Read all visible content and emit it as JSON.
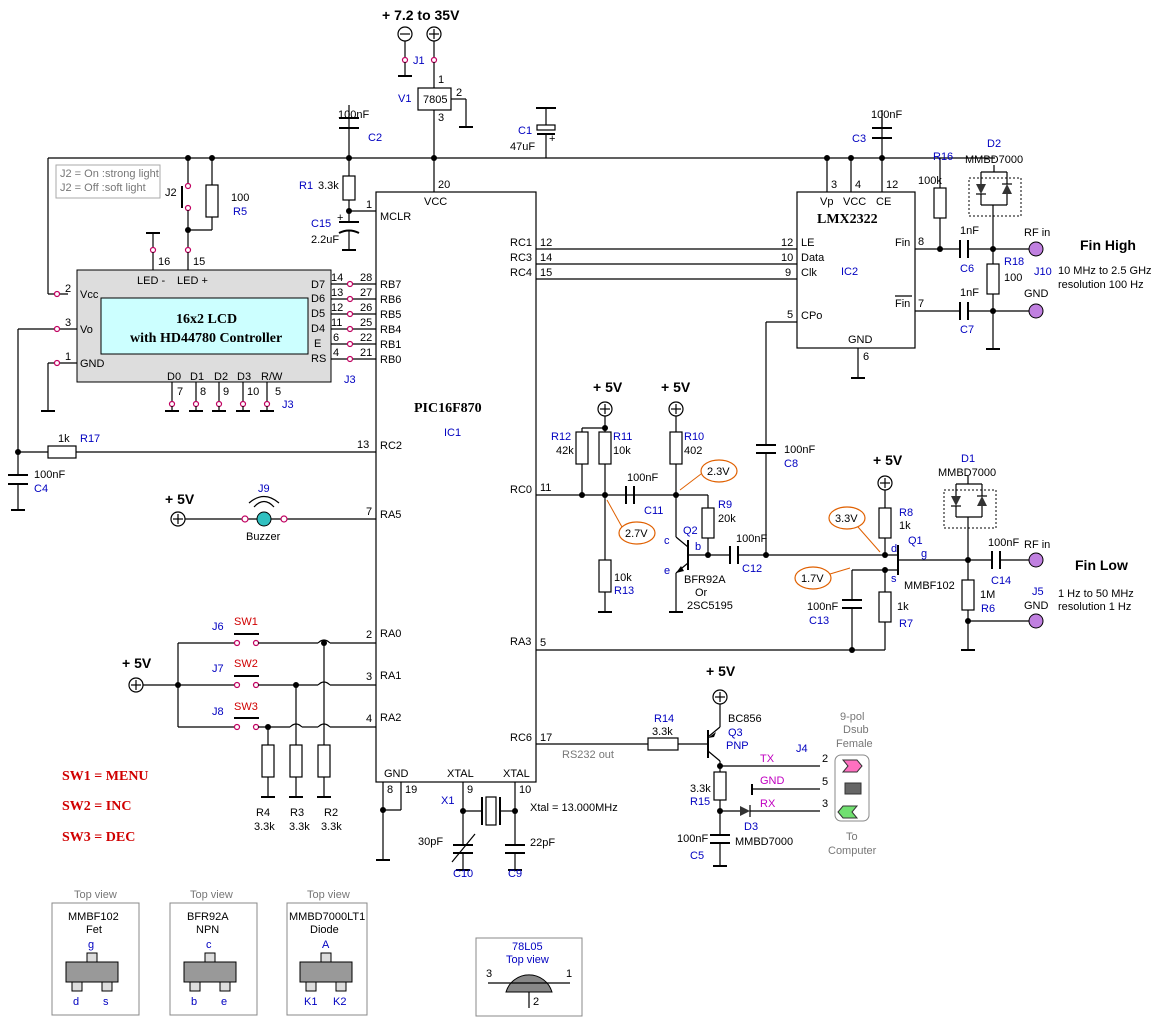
{
  "power": {
    "input": "+ 7.2 to 35V",
    "minus": "−",
    "plus": "+",
    "j1": "J1",
    "v1": "V1",
    "reg": "7805",
    "p1": "1",
    "p2": "2",
    "p3": "3"
  },
  "caps": {
    "c1": "C1",
    "c1v": "47uF",
    "c2": "C2",
    "c2v": "100nF",
    "c3": "C3",
    "c3v": "100nF",
    "c4": "C4",
    "c4v": "100nF",
    "c5": "C5",
    "c5v": "100nF",
    "c6": "C6",
    "c6v": "1nF",
    "c7": "C7",
    "c7v": "1nF",
    "c8": "C8",
    "c8v": "100nF",
    "c9": "C9",
    "c9v": "22pF",
    "c10": "C10",
    "c10v": "30pF",
    "c11": "C11",
    "c11v": "100nF",
    "c12": "C12",
    "c12v": "100nF",
    "c13": "C13",
    "c13v": "100nF",
    "c14": "C14",
    "c14v": "100nF",
    "c15": "C15",
    "c15v": "2.2uF"
  },
  "res": {
    "r1": "R1",
    "r1v": "3.3k",
    "r2": "R2",
    "r2v": "3.3k",
    "r3": "R3",
    "r3v": "3.3k",
    "r4": "R4",
    "r4v": "3.3k",
    "r5": "R5",
    "r5v": "100",
    "r6": "R6",
    "r6v": "1M",
    "r7": "R7",
    "r7v": "1k",
    "r8": "R8",
    "r8v": "1k",
    "r9": "R9",
    "r9v": "20k",
    "r10": "R10",
    "r10v": "402",
    "r11": "R11",
    "r11v": "10k",
    "r12": "R12",
    "r12v": "42k",
    "r13": "R13",
    "r13v": "10k",
    "r14": "R14",
    "r14v": "3.3k",
    "r15": "R15",
    "r15v": "3.3k",
    "r16": "R16",
    "r16v": "100k",
    "r17": "R17",
    "r17v": "1k",
    "r18": "R18",
    "r18v": "100"
  },
  "lcd": {
    "line1": "16x2 LCD",
    "line2": "with HD44780 Controller",
    "ledm": "LED -",
    "ledp": "LED +",
    "vcc": "Vcc",
    "vo": "Vo",
    "gnd": "GND",
    "d7": "D7",
    "d6": "D6",
    "d5": "D5",
    "d4": "D4",
    "e": "E",
    "rs": "RS",
    "d0": "D0",
    "d1": "D1",
    "d2": "D2",
    "d3": "D3",
    "rw": "R/W",
    "j2": "J2",
    "j2on": "J2 = On :strong light",
    "j2off": "J2 = Off :soft light",
    "j3": "J3"
  },
  "pic": {
    "name": "PIC16F870",
    "ref": "IC1",
    "vcc": "VCC",
    "mclr": "MCLR",
    "rc1": "RC1",
    "rc3": "RC3",
    "rc4": "RC4",
    "rb7": "RB7",
    "rb6": "RB6",
    "rb5": "RB5",
    "rb4": "RB4",
    "rb1": "RB1",
    "rb0": "RB0",
    "rc2": "RC2",
    "ra5": "RA5",
    "rc0": "RC0",
    "ra0": "RA0",
    "ra1": "RA1",
    "ra2": "RA2",
    "ra3": "RA3",
    "rc6": "RC6",
    "gnd": "GND",
    "xtal1": "XTAL",
    "xtal2": "XTAL",
    "rs232": "RS232 out",
    "xtal": "Xtal = 13.000MHz",
    "x1": "X1"
  },
  "lmx": {
    "name": "LMX2322",
    "ref": "IC2",
    "vp": "Vp",
    "vcc": "VCC",
    "ce": "CE",
    "le": "LE",
    "data": "Data",
    "clk": "Clk",
    "cpo": "CPo",
    "gnd": "GND",
    "fin": "Fin",
    "finb": "Fin"
  },
  "rf": {
    "high": "Fin High",
    "high_range": "10 MHz to 2.5 GHz",
    "high_res": "resolution 100 Hz",
    "low": "Fin Low",
    "low_range": "1 Hz to 50 MHz",
    "low_res": "resolution 1 Hz",
    "rfin": "RF in",
    "gnd": "GND",
    "j10": "J10",
    "j5": "J5"
  },
  "semis": {
    "d1": "D1",
    "d2": "D2",
    "mmbd": "MMBD7000",
    "d3": "D3",
    "q1": "Q1",
    "q1t": "MMBF102",
    "q2": "Q2",
    "q2t": "BFR92A",
    "q2or": "Or",
    "q2alt": "2SC5195",
    "q3": "Q3",
    "q3t": "BC856",
    "q3p": "PNP"
  },
  "volts": {
    "v23": "2.3V",
    "v27": "2.7V",
    "v33": "3.3V",
    "v17": "1.7V",
    "p5": "+ 5V"
  },
  "sw": {
    "sw1": "SW1",
    "sw2": "SW2",
    "sw3": "SW3",
    "j6": "J6",
    "j7": "J7",
    "j8": "J8",
    "menu": "SW1 = MENU",
    "inc": "SW2 = INC",
    "dec": "SW3 = DEC"
  },
  "buzzer": {
    "j9": "J9",
    "label": "Buzzer"
  },
  "dsub": {
    "t1": "9-pol",
    "t2": "Dsub",
    "t3": "Female",
    "j4": "J4",
    "tx": "TX",
    "gnd": "GND",
    "rx": "RX",
    "to1": "To",
    "to2": "Computer"
  },
  "views": {
    "top": "Top view",
    "fet": "MMBF102",
    "fett": "Fet",
    "npn": "BFR92A",
    "npnt": "NPN",
    "dio": "MMBD7000LT1",
    "diot": "Diode",
    "g": "g",
    "d": "d",
    "s": "s",
    "c": "c",
    "b": "b",
    "e": "e",
    "a": "A",
    "k1": "K1",
    "k2": "K2",
    "reg": "78L05"
  }
}
